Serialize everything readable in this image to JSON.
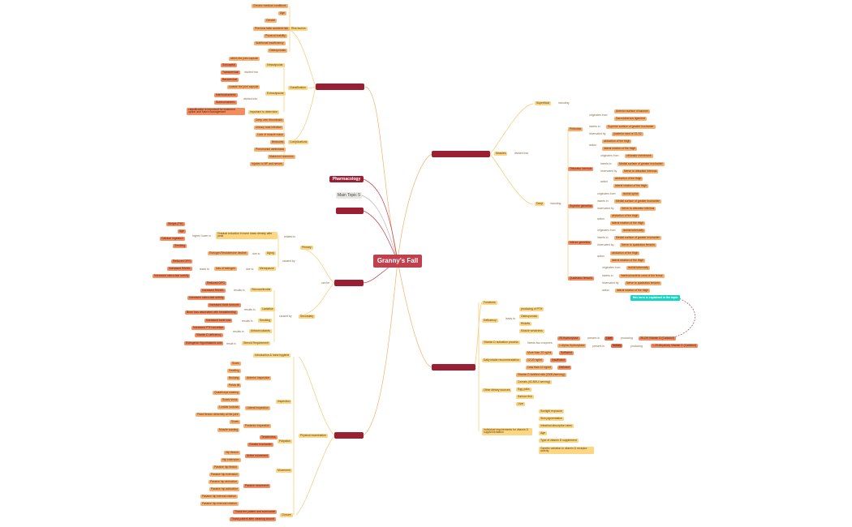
{
  "root": "Granny's Fall",
  "main_topics": {
    "pharmacology": "Pharmacology",
    "main_topic_5": "Main Topic 5",
    "blank_a": "",
    "blank_b": "",
    "blank_c": "",
    "blank_d": "",
    "blank_e": ""
  },
  "note": "this term is explained in the topic",
  "risk": {
    "risk_factors": "Risk factors",
    "items": [
      "Chronic medical conditions",
      "Age",
      "Gender",
      "Previous falls/ accident risk",
      "Physical inability",
      "Nutritional insufficiency",
      "Osteoporosis"
    ],
    "classification": "Classification",
    "intracapsular": "Intracapsular",
    "intra_sub": "within the joint capsule",
    "divided_into": "divided into",
    "intra_types": [
      "Subcapital",
      "Transcervical",
      "Basicervical"
    ],
    "extracapsular": "Extracapsular",
    "extra_sub": "outside the joint capsule",
    "extra_types": [
      "Intertrochanteric",
      "Subtrochanteric"
    ],
    "extra_note": "classification is important for treatment option and future management",
    "important": "important to determine",
    "complications": "Complications",
    "comp_items": [
      "Deep vein thrombosis",
      "Urinary tract infection",
      "Loss of muscle mass",
      "Bedsores",
      "Pneumonia/ atelectasis",
      "Malunion/ nonunion",
      "Injuries to BP and nerves"
    ]
  },
  "muscles": {
    "muscle": "Muscles",
    "divided_into": "divided into",
    "superficial": "Superficial",
    "including": "including",
    "deep": "Deep",
    "piriformis": "Piriformis",
    "quadratus": "Obturator internus",
    "gemelli_sup": "Superior gemellus",
    "gemelli_inf": "Inferior gemellus",
    "quadratus_femoris": "Quadratus femoris",
    "originates": "originates from",
    "inserts": "inserts in",
    "innervated": "innervated by",
    "action": "action",
    "p_origin": [
      "Anterior surface of sacrum",
      "Sacrotuberous ligament"
    ],
    "p_insert": "Superior surface of greater trochanter",
    "p_nerve": "posterior rami of S1,S2",
    "p_action": [
      "abduction of the thigh",
      "lateral rotation of the thigh"
    ],
    "oi_origin": "obturator membrane",
    "oi_insert": "Medial surface of greater trochanter",
    "oi_nerve": "Nerve to obturator internus",
    "oi_action": [
      "abduction of the thigh",
      "lateral rotation of the thigh"
    ],
    "sg_origin": "ischial spine",
    "sg_insert": "Medial surface of greater trochanter",
    "sg_nerve": "Nerve to obturator internus",
    "sg_action": [
      "abduction of the thigh",
      "lateral rotation of the thigh"
    ],
    "ig_origin": "ischial tuberosity",
    "ig_insert": "Medial surface of greater trochanter",
    "ig_nerve": "Nerve to quadratus femoris",
    "ig_action": [
      "abduction of the thigh",
      "lateral rotation of the thigh"
    ],
    "qf_origin": "ischial tuberosity",
    "qf_insert": "intertrochanteric crest of the femur",
    "qf_nerve": "Nerve to quadratus femoris",
    "qf_action": "lateral rotation of the thigh"
  },
  "osteo": {
    "primary": "Primary",
    "related_to": "related to",
    "higher_lower": "higher/ lower in",
    "gradual": "Gradual reduction in bone mass density after peak",
    "gradual_items": [
      "Weight (FM)",
      "Age",
      "Calcium ingestion",
      "Smoking"
    ],
    "caused_by": "caused by",
    "aging": "Aging",
    "aging_sub": "Estrogen/Testosterone decline",
    "due_to": "due to",
    "menopause": "Menopause",
    "loss_of": "loss of estrogen",
    "leads_to": "leads to",
    "meno_items": [
      "Reduced OPG",
      "Increased RANKL",
      "Increased osteoclast activity"
    ],
    "can_be": "can be",
    "secondary": "Secondary",
    "gluco": "Glucocorticoids",
    "results_in": "results in",
    "gluco_items": [
      "Reduced OPG",
      "Increased RANKL",
      "Increased osteoclast activity"
    ],
    "lactation": "Lactation",
    "lact_items": [
      "Increased bone turnover",
      "Bone loss associated with breastfeeding"
    ],
    "smoking": "Smoking",
    "smoke_items": [
      "Increased bone loss"
    ],
    "anticonv": "Anticonvulsants",
    "anticonv_items": [
      "Increased PTH secretion",
      "Vitamin D deficiency"
    ],
    "steroid": "Steroid Requirement",
    "result_in": "result in",
    "steroid_items": [
      "Estrogenic Hypothalamic axis"
    ]
  },
  "vitd": {
    "functions": "Functions",
    "deficiency": "Deficiency",
    "leads_to": "leads to",
    "def_items": [
      "producing of PTH",
      "Osteoporosis",
      "Rickets",
      "Muscle weakness"
    ],
    "activation": "Vitamin D activation process",
    "needs_enzymes": "Needs two enzymes",
    "hydroxylase25": "25-Hydroxylase",
    "hydroxylase1": "1-Alpha-Hydroxylase",
    "present_in": "present in",
    "liver": "Liver",
    "kidney": "Kidney",
    "producing": "producing",
    "calcidiol": "25-OH Vitamin D (Calcidiol)",
    "calcitriol": "1,25 dihydroxy Vitamin D (Calcitriol)",
    "daily_intake": "Daily intake recommendation",
    "more_than": "More than 20 ng/ml",
    "more_note": "Sufficient",
    "range": "12-20 ng/ml",
    "range_note": "Insufficient",
    "less_than": "Less than 12 ng/ml",
    "less_note": "Deficient",
    "dietary": "Other dietary sources",
    "dietary_items": [
      "Vitamin D fortified milk (200IU/serving)",
      "Cereals (40-80IU/ serving)",
      "Egg yolks",
      "Salmon fish",
      "Liver"
    ],
    "individual": "Individual requirements for vitamin D supplementation",
    "ind_items": [
      "Sunlight exposure",
      "Skin pigmentation",
      "Intestinal absorption rates",
      "Age",
      "Type of vitamin D supplement",
      "Genetic variation in vitamin D receptor activity"
    ]
  },
  "exam": {
    "intro": "Introduction & hand hygiene",
    "inspection": "Inspection",
    "anterior": "Anterior Inspection",
    "ant_items": [
      "Scars",
      "Swelling",
      "Bruising",
      "Pelvic tilt",
      "Quadriceps wasting"
    ],
    "lateral": "Lateral Inspection",
    "lat_items": [
      "Scars/ sinus",
      "Lumbar lordosis",
      "Fixed flexion deformity at the joint"
    ],
    "posterior": "Posterior Inspection",
    "post_items": [
      "Scars",
      "Muscle wasting"
    ],
    "physical": "Physical examination",
    "palpation": "Palpation",
    "pal_items": [
      "Tenderness",
      "Greater trochanter"
    ],
    "movement": "Movement",
    "active": "Active movement",
    "active_items": [
      "Hip flexion",
      "Hip extension"
    ],
    "passive": "Passive movement",
    "passive_items": [
      "Passive hip flexion",
      "Passive hip extension",
      "Passive hip abduction",
      "Passive hip adduction",
      "Passive hip internal rotation",
      "Passive hip external rotation"
    ],
    "closure": "Closure",
    "closure_items": [
      "Thank the patient and summarise",
      "Thank patient after cleaning wound"
    ]
  }
}
